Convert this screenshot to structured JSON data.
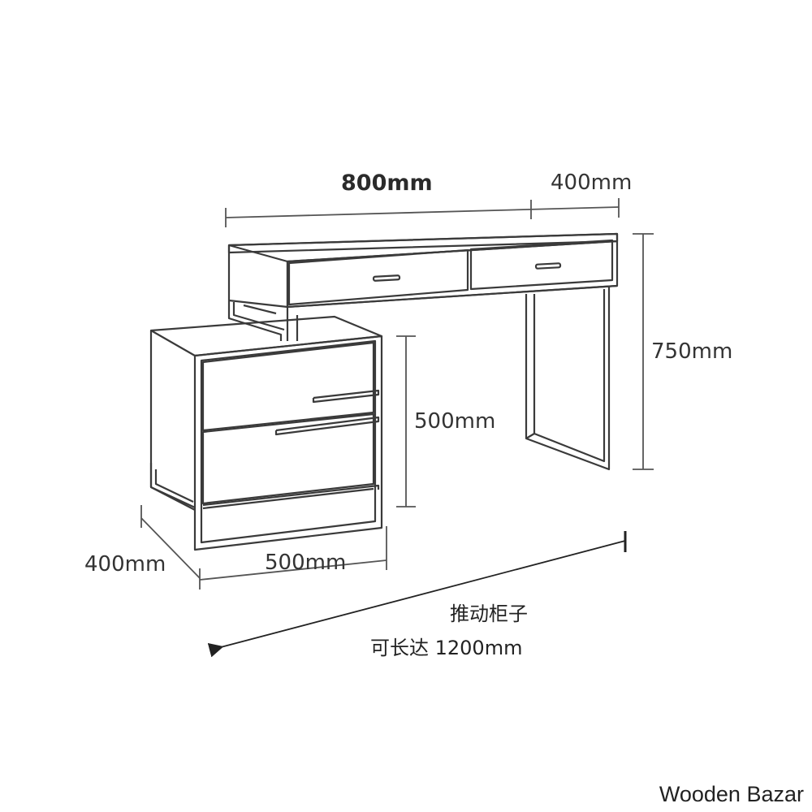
{
  "dimensions": {
    "desk_width": "800mm",
    "extension_width": "400mm",
    "desk_height": "750mm",
    "cabinet_height": "500mm",
    "cabinet_width": "500mm",
    "cabinet_depth": "400mm"
  },
  "note": {
    "line1": "推动柜子",
    "line2": "可长达 1200mm"
  },
  "watermark": "Wooden Bazar",
  "colors": {
    "line": "#3a3a3a",
    "dimension_line": "#555555",
    "background": "#ffffff"
  }
}
